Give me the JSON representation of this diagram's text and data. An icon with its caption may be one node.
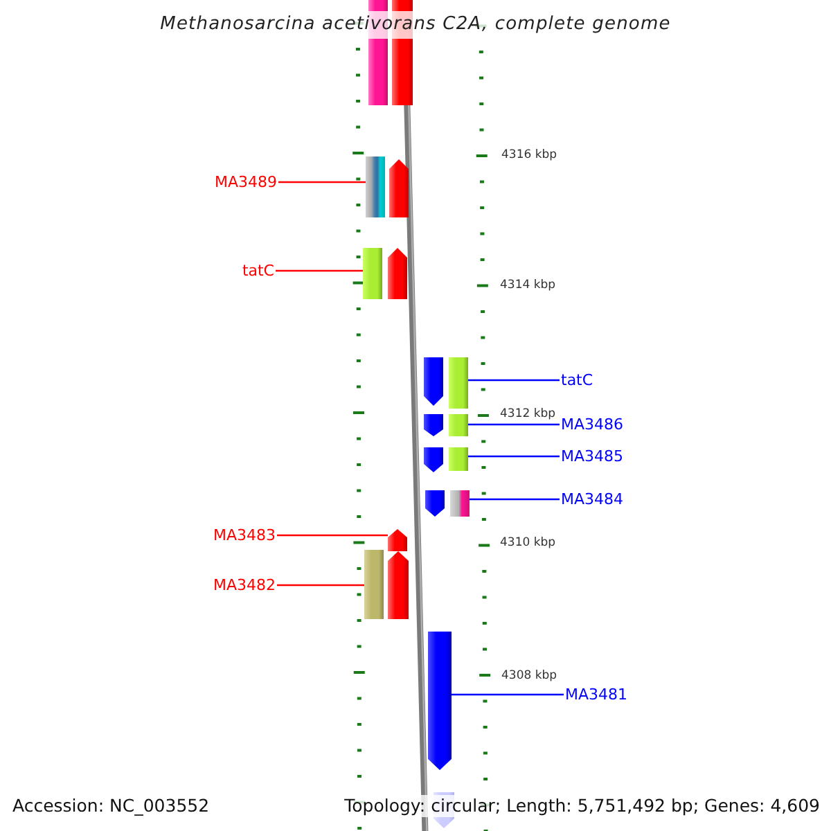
{
  "diagram": {
    "title": "Methanosarcina acetivorans C2A, complete genome",
    "nodes": [
      {
        "text": [],
        "shape": "bar"
      },
      {
        "text": [],
        "shape": "bar"
      },
      {
        "text": [
          "MA3489"
        ]
      },
      {
        "text": [],
        "shape": "bar"
      },
      {
        "text": [],
        "shape": "pentagon"
      },
      {
        "text": [
          "tatC"
        ]
      },
      {
        "text": [],
        "shape": "bar"
      },
      {
        "text": [],
        "shape": "pentagon"
      },
      {
        "text": [],
        "shape": "pentagon"
      },
      {
        "text": [],
        "shape": "bar"
      },
      {
        "text": [
          "tatC"
        ]
      },
      {
        "text": [],
        "shape": "pentagon"
      },
      {
        "text": [],
        "shape": "bar"
      },
      {
        "text": [
          "MA3486"
        ]
      },
      {
        "text": [],
        "shape": "pentagon"
      },
      {
        "text": [],
        "shape": "bar"
      },
      {
        "text": [
          "MA3485"
        ]
      },
      {
        "text": [],
        "shape": "pentagon"
      },
      {
        "text": [],
        "shape": "bar"
      },
      {
        "text": [
          "MA3484"
        ]
      },
      {
        "text": [
          "MA3483"
        ]
      },
      {
        "text": [],
        "shape": "pentagon"
      },
      {
        "text": [
          "MA3482"
        ]
      },
      {
        "text": [],
        "shape": "bar"
      },
      {
        "text": [],
        "shape": "pentagon"
      },
      {
        "text": [],
        "shape": "pentagon"
      },
      {
        "text": [
          "MA3481"
        ]
      },
      {
        "text": [],
        "shape": "pentagon"
      }
    ],
    "edges": [
      {
        "from": 2,
        "to": 3,
        "arrow": "none",
        "color": "#ff0000"
      },
      {
        "from": 5,
        "to": 6,
        "arrow": "none",
        "color": "#ff0000"
      },
      {
        "from": 10,
        "to": 9,
        "arrow": "none"
      },
      {
        "from": 13,
        "to": 12,
        "arrow": "none"
      },
      {
        "from": 16,
        "to": 15,
        "arrow": "none"
      },
      {
        "from": 19,
        "to": 18,
        "arrow": "none"
      },
      {
        "from": 20,
        "to": 21,
        "arrow": "none",
        "color": "#ff0000"
      },
      {
        "from": 22,
        "to": 23,
        "arrow": "none",
        "color": "#ff0000"
      },
      {
        "from": 26,
        "to": 25,
        "arrow": "none"
      }
    ],
    "labels": [
      "4316 kbp",
      "4314 kbp",
      "4312 kbp",
      "4310 kbp",
      "4308 kbp",
      "Accession: NC_003552",
      "Topology: circular; Length: 5,751,492 bp; Genes: 4,609"
    ]
  }
}
